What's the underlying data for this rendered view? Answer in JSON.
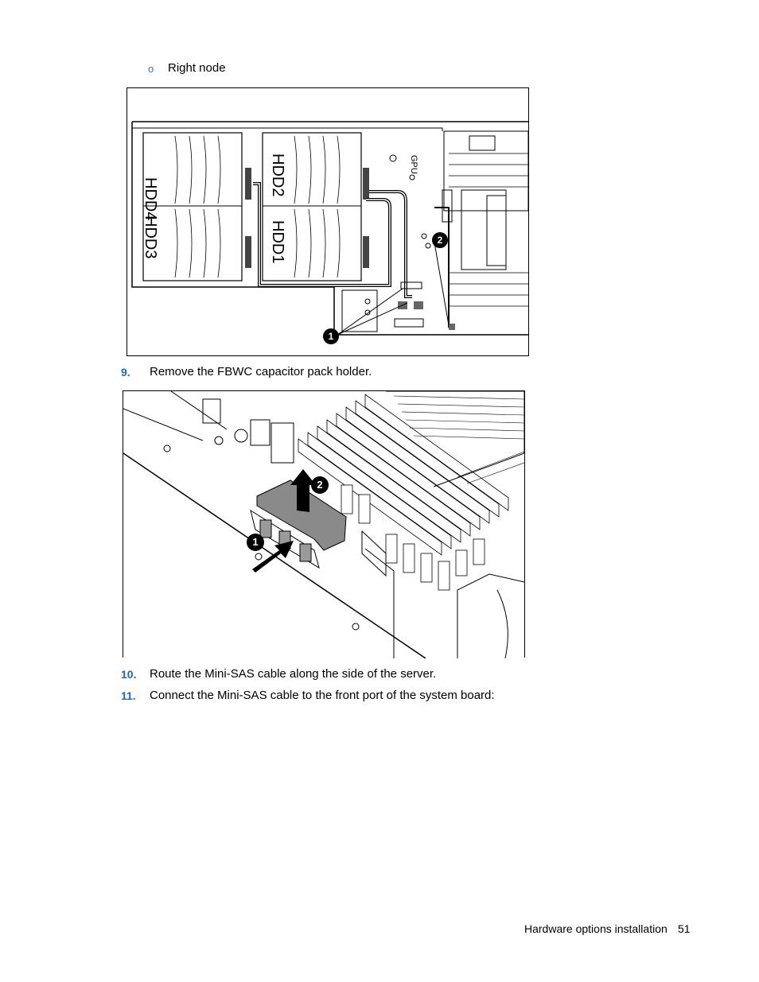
{
  "sub_bullet": {
    "marker": "o",
    "text": "Right node"
  },
  "figure1": {
    "drive_labels": [
      "HDD4",
      "HDD3",
      "HDD2",
      "HDD1"
    ],
    "board_label_gpu": "GPU",
    "callouts": [
      "1",
      "2"
    ]
  },
  "steps": [
    {
      "number": "9.",
      "text": "Remove the FBWC capacitor pack holder."
    },
    {
      "number": "10.",
      "text": "Route the Mini-SAS cable along the side of the server."
    },
    {
      "number": "11.",
      "text": "Connect the Mini-SAS cable to the front port of the system board:"
    }
  ],
  "figure2": {
    "callouts": [
      "1",
      "2"
    ]
  },
  "footer": {
    "section": "Hardware options installation",
    "page": "51"
  }
}
